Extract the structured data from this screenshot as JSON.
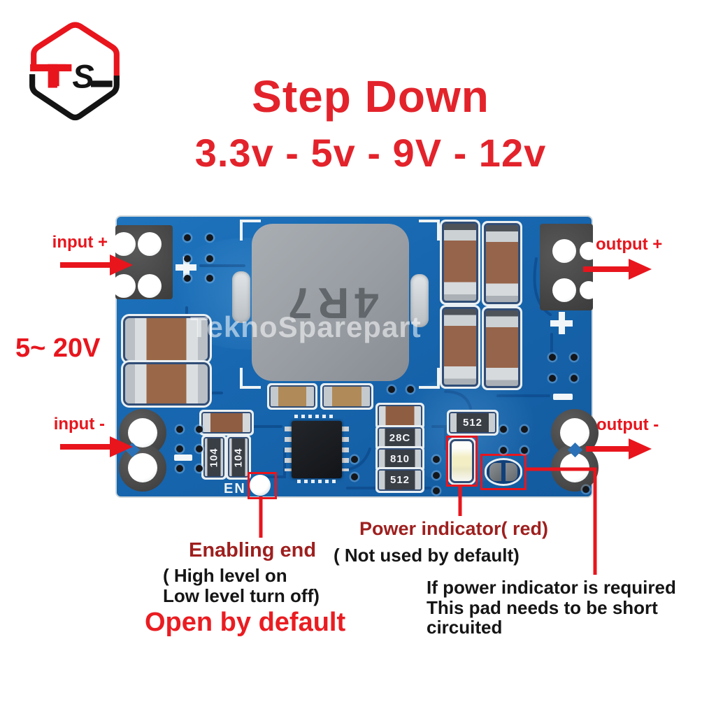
{
  "logo": {
    "letter_t": "T",
    "letter_s": "S"
  },
  "header": {
    "title": "Step Down",
    "subtitle": "3.3v - 5v - 9V - 12v"
  },
  "watermark": "TeknoSparepart",
  "pin_labels": {
    "input_plus": "input +",
    "input_minus": "input -",
    "output_plus": "output +",
    "output_minus": "output -",
    "input_voltage_range": "5~ 20V"
  },
  "board_text": {
    "inductor_marking": "4R7",
    "enable_silkscreen": "EN",
    "resistors": {
      "r104a": "104",
      "r104b": "104",
      "r28c": "28C",
      "r810": "810",
      "r512a": "512",
      "r512b": "512"
    }
  },
  "annotations": {
    "enabling_end": {
      "title": "Enabling end",
      "detail_line1": "( High level on",
      "detail_line2": "Low level turn off)",
      "emphasis": "Open by default"
    },
    "power_indicator": {
      "title": "Power indicator( red)",
      "subtitle": "( Not used by default)"
    },
    "short_pad_note": {
      "line1": "If power indicator is required",
      "line2": "This pad needs to be short",
      "line3": "circuited"
    }
  },
  "icons": {
    "direction_arrow": "arrow-right-icon",
    "logo_shape": "hexagon-logo-icon"
  },
  "colors": {
    "accent_red": "#e8151d",
    "title_red": "#e3232b",
    "dark_red": "#9e1f1e",
    "pcb_blue": "#1767b0",
    "pcb_trace": "#0e4e90",
    "silkscreen_white": "#e9eff2",
    "pad_gray": "#474747",
    "capacitor_brown": "#96644a",
    "inductor_gray": "#9ba0a5"
  }
}
